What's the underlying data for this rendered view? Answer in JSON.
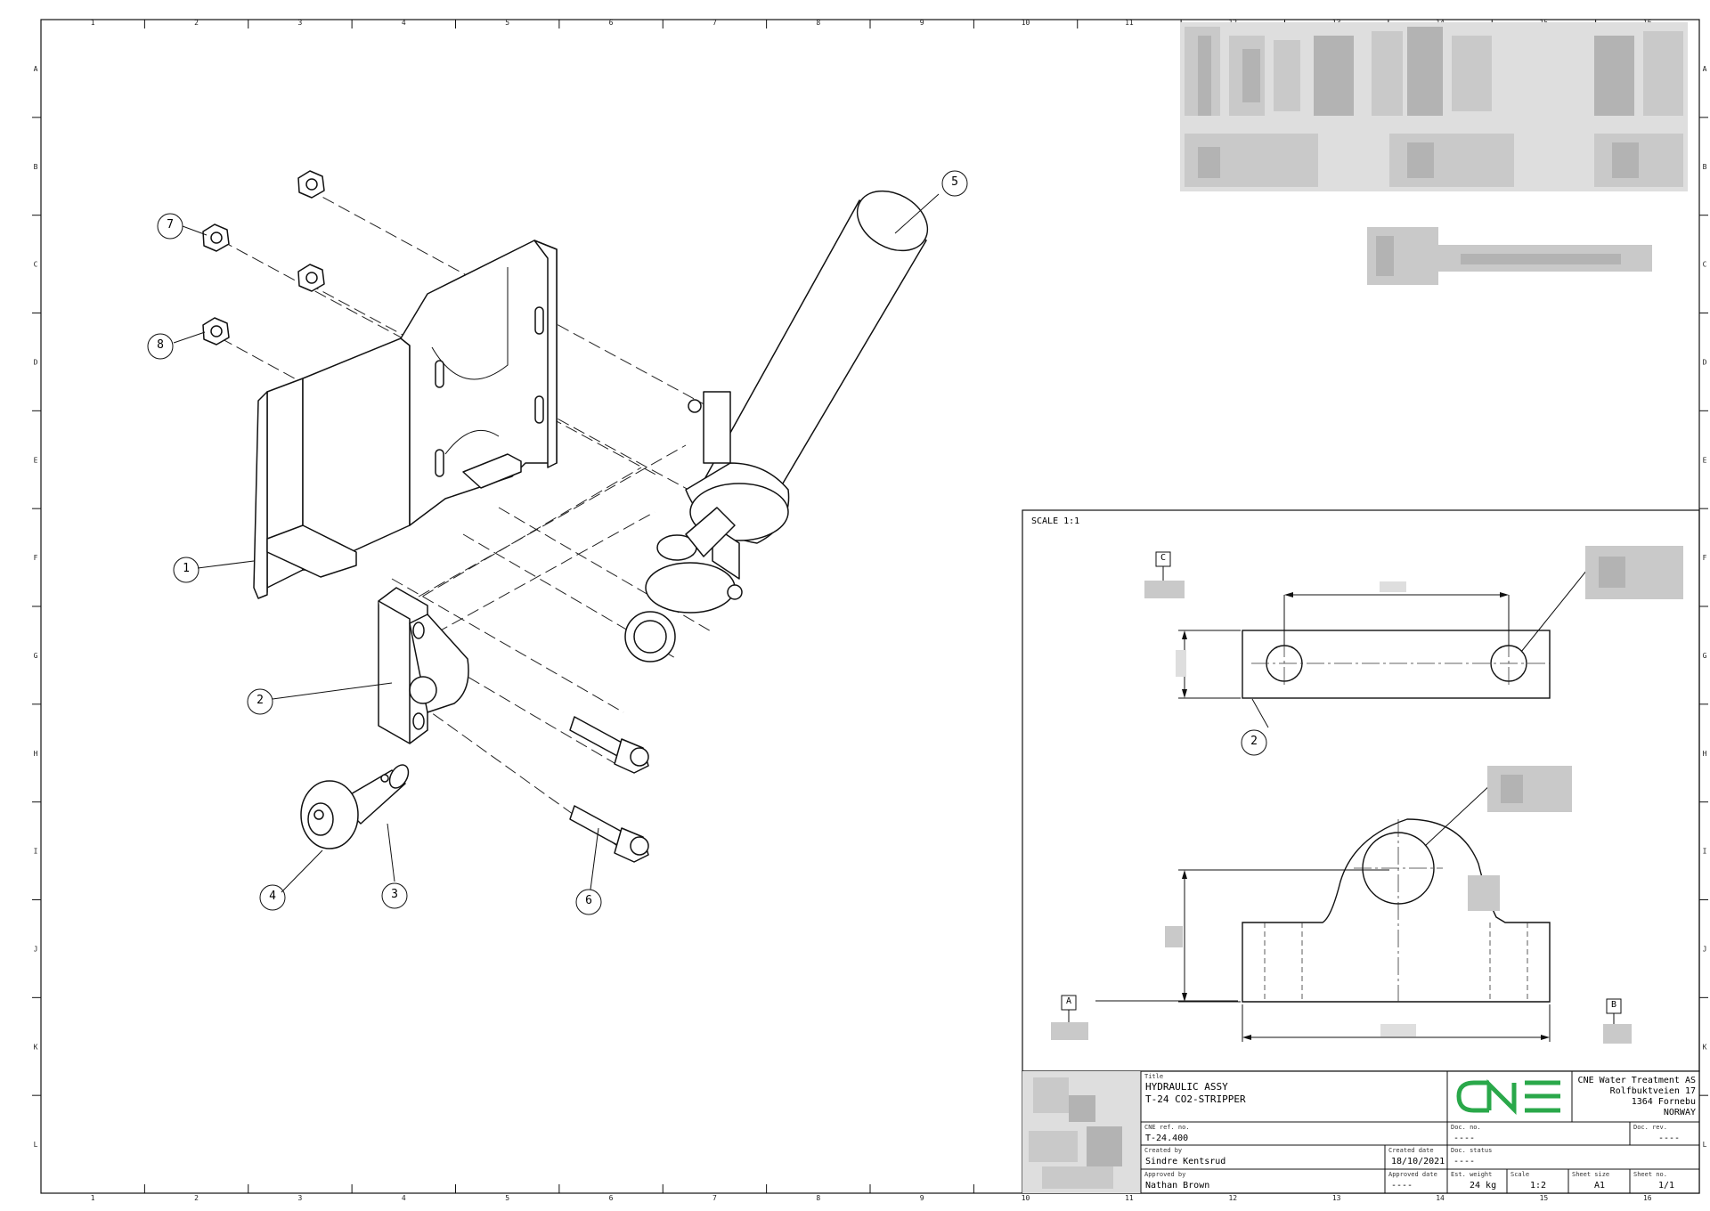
{
  "border": {
    "column_labels": [
      "1",
      "2",
      "3",
      "4",
      "5",
      "6",
      "7",
      "8",
      "9",
      "10",
      "11",
      "12",
      "13",
      "14",
      "15",
      "16"
    ],
    "row_labels": [
      "A",
      "B",
      "C",
      "D",
      "E",
      "F",
      "G",
      "H",
      "I",
      "J",
      "K",
      "L"
    ]
  },
  "exploded_view": {
    "balloons": [
      "1",
      "2",
      "3",
      "4",
      "5",
      "6",
      "7",
      "8"
    ]
  },
  "detail_view": {
    "scale_label": "SCALE 1:1",
    "datum_labels": [
      "C",
      "A",
      "B"
    ],
    "balloon": "2"
  },
  "title_block": {
    "title_caption": "Title",
    "title_line1": "HYDRAULIC ASSY",
    "title_line2": "T-24 CO2-STRIPPER",
    "company": {
      "name": "CNE Water Treatment AS",
      "street": "Rolfbuktveien 17",
      "city": "1364 Fornebu",
      "country": "NORWAY"
    },
    "logo_color": "#2aa84a",
    "ref_caption": "CNE ref. no.",
    "ref_value": "T-24.400",
    "doc_no_caption": "Doc. no.",
    "doc_no_value": "----",
    "doc_rev_caption": "Doc. rev.",
    "doc_rev_value": "----",
    "created_by_caption": "Created by",
    "created_by_value": "Sindre Kentsrud",
    "created_date_caption": "Created date",
    "created_date_value": "18/10/2021",
    "doc_status_caption": "Doc. status",
    "doc_status_value": "----",
    "approved_by_caption": "Approved by",
    "approved_by_value": "Nathan Brown",
    "approved_date_caption": "Approved date",
    "approved_date_value": "----",
    "weight_caption": "Est. weight",
    "weight_value": "24 kg",
    "scale_caption": "Scale",
    "scale_value": "1:2",
    "sheet_size_caption": "Sheet size",
    "sheet_size_value": "A1",
    "sheet_no_caption": "Sheet no.",
    "sheet_no_value": "1/1"
  }
}
